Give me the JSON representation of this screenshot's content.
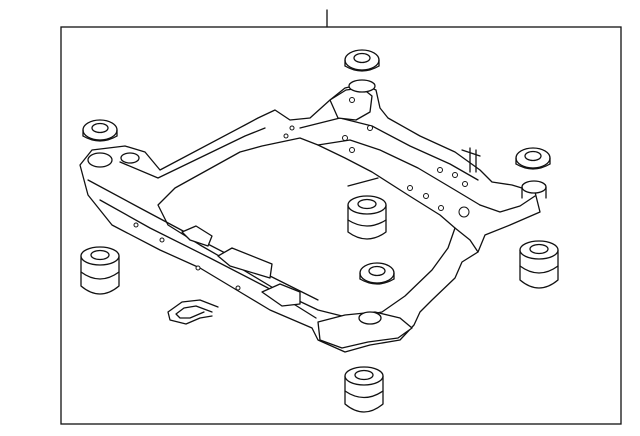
{
  "diagram": {
    "title": "",
    "callout_leader": true,
    "parts": [
      {
        "id": "crossmember-frame",
        "icon": "front-suspension-crossmember"
      },
      {
        "id": "mount-bushing",
        "icon": "cylindrical-bushing",
        "count": 4
      },
      {
        "id": "mount-washer",
        "icon": "round-washer",
        "count": 4
      },
      {
        "id": "retaining-clip",
        "icon": "wire-clip",
        "count": 1
      }
    ],
    "colors": {
      "line": "#111111",
      "fill": "#ffffff",
      "background": "#ffffff"
    }
  }
}
